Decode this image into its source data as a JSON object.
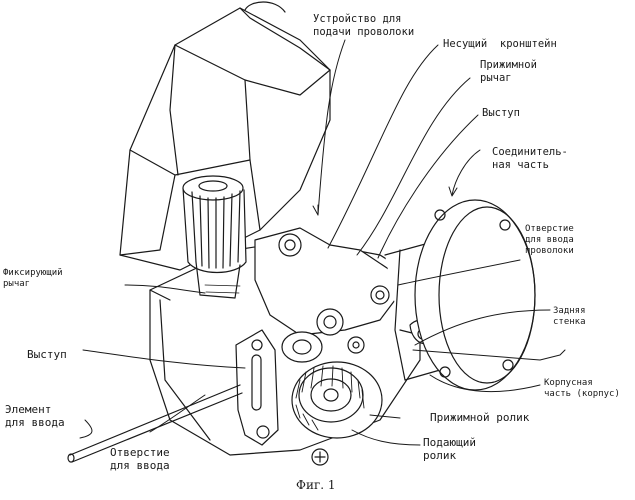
{
  "figure": {
    "caption": "Фиг. 1",
    "labels": {
      "wire_feeder": "Устройство для\nподачи проволоки",
      "support_bracket": "Несущий  кронштейн",
      "pressure_lever": "Прижимной\nрычаг",
      "protrusion_top": "Выступ",
      "connecting_part": "Соединитель-\nная часть",
      "input_hole_wire": "Отверстие\nдля ввода\nпроволоки",
      "fixing_lever": "Фиксирующий\nрычаг",
      "back_wall": "Задняя\nстенка",
      "protrusion_left": "Выступ",
      "housing_part": "Корпусная\nчасть (корпус)",
      "input_element": "Элемент\nдля ввода",
      "pressure_roller": "Прижимной ролик",
      "feed_roller": "Подающий\nролик",
      "input_hole": "Отверстие\nдля ввода"
    }
  }
}
